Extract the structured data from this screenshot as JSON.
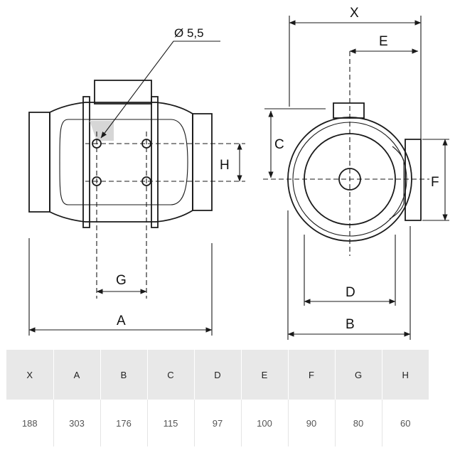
{
  "drawing": {
    "hole_label": "Ø 5,5",
    "labels": {
      "X": "X",
      "A": "A",
      "B": "B",
      "C": "C",
      "D": "D",
      "E": "E",
      "F": "F",
      "G": "G",
      "H": "H"
    }
  },
  "table": {
    "headers": [
      "X",
      "A",
      "B",
      "C",
      "D",
      "E",
      "F",
      "G",
      "H"
    ],
    "values": [
      "188",
      "303",
      "176",
      "115",
      "97",
      "100",
      "90",
      "80",
      "60"
    ]
  }
}
